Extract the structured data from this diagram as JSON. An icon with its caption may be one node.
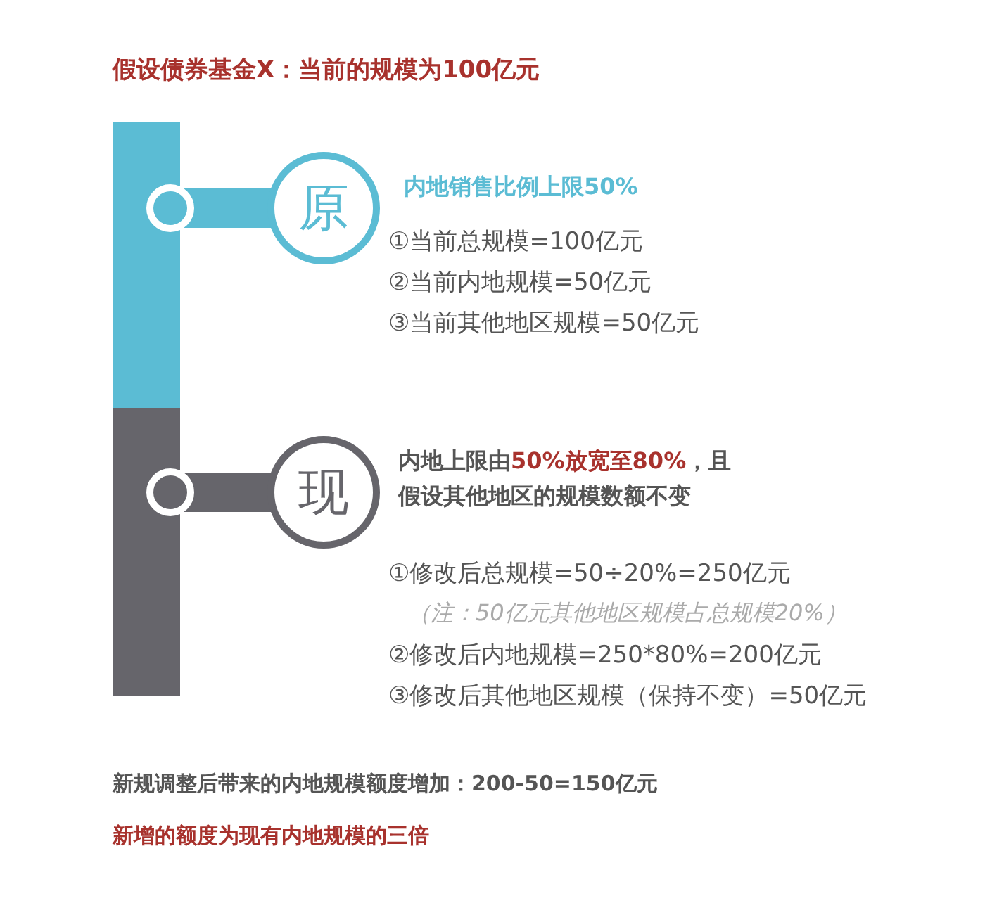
{
  "diagram": {
    "title": "假设债券基金X：当前的规模为100亿元",
    "nodes": [
      {
        "text": [
          "原"
        ],
        "beside": [
          "内地销售比例上限50%",
          "①当前总规模=100亿元",
          "②当前内地规模=50亿元",
          "③当前其他地区规模=50亿元"
        ]
      },
      {
        "text": [
          "现"
        ],
        "beside": [
          "内地上限由**50%放宽至80%**，且假设其他地区的规模数额不变",
          "①修改后总规模=50÷20%=250亿元",
          "（注：50亿元其他地区规模占总规模20%）",
          "②修改后内地规模=250*80%=200亿元",
          "③修改后其他地区规模（保持不变）=50亿元"
        ]
      }
    ],
    "edges": [],
    "labels": [
      "新规调整后带来的内地规模额度增加：200-50=150亿元",
      "新增的额度为现有内地规模的三倍"
    ]
  }
}
